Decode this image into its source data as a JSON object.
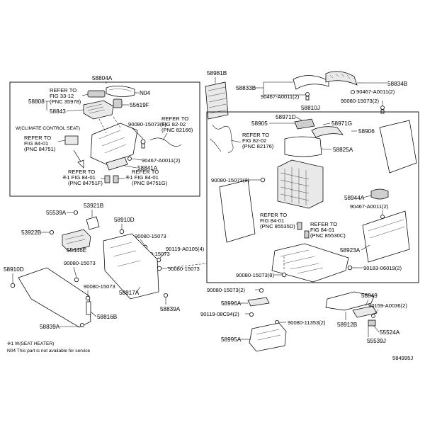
{
  "inset_box": {
    "title": "58804A",
    "parts": {
      "p58808": "58808",
      "p58843": "58843",
      "p55619F": "55619F",
      "n04": "N04",
      "p90080_15073_6": "90080-15073(6)",
      "p90467_A0011_2": "90467-A0011(2)",
      "p58841A": "58841A"
    },
    "refer_fig33": [
      "REFER TO",
      "FIG 33-12",
      "(PNC 35978)"
    ],
    "climate_label": "W(CLIMATE CONTROL SEAT)",
    "refer_fig84_a": [
      "REFER TO",
      "FIG 84-01",
      "(PNC 84751)"
    ],
    "refer_fig82_a": [
      "REFER TO",
      "FIG 82-02",
      "(PNC 82166)"
    ],
    "refer_fig84_b": [
      "REFER TO",
      "※1 FIG 84-01",
      "(PNC 84751F)"
    ],
    "refer_fig84_c": [
      "REFER TO",
      "※1 FIG 84-01",
      "(PNC 84751G)"
    ]
  },
  "right_box": {
    "title": "58810J",
    "parts": {
      "p58905": "58905",
      "p58971D": "58971D",
      "p58971G": "58971G",
      "p58906": "58906",
      "p58825A": "58825A",
      "p90080_15073_8a": "90080-15073(8)",
      "p58944A": "58944A",
      "p90467_A0011_2": "90467-A0011(2)",
      "p58923A": "58923A",
      "p90183_06019_2": "90183-06019(2)",
      "p90080_15073_8b": "90080-15073(8)"
    },
    "refer_fig82": [
      "REFER TO",
      "FIG 82-02",
      "(PNC 82176)"
    ],
    "refer_fig84_d": [
      "REFER TO",
      "FIG 84-01",
      "(PNC 85535D)"
    ],
    "refer_fig84_e": [
      "REFER TO",
      "FIG 84-01",
      "(PNC 85530C)"
    ]
  },
  "top_right": {
    "p58981B": "58981B",
    "p58833B": "58833B",
    "p90467_A0011_2a": "90467-A0011(2)",
    "p58834B": "58834B",
    "p90467_A0011_2b": "90467-A0011(2)",
    "p90080_15073_2": "90080-15073(2)"
  },
  "left_lower": {
    "p55539A": "55539A",
    "p53921B": "53921B",
    "p53922B": "53922B",
    "p55446E": "55446E",
    "p58910D_a": "58910D",
    "p58910D_b": "58910D",
    "p90080_15073_a": "90080-15073",
    "p90080_15073_b": "90080-15073",
    "p90080_15073_c": "90080-15073",
    "p90080_15073_d": "90080-15073",
    "p90119_A0105_4": "90119-A0105(4)",
    "p58817A": "58817A",
    "p58839A_a": "58839A",
    "p58816B": "58816B",
    "p58839A_b": "58839A"
  },
  "center_lower": {
    "p90080_15073_2": "90080-15073(2)",
    "p58996A": "58996A",
    "p90119_08C94_2": "90119-08C94(2)",
    "p90080_11353_2": "90080-11353(2)",
    "p58995A": "58995A"
  },
  "right_lower": {
    "p58849": "58849",
    "p90159_A0036_2": "90159-A0036(2)",
    "p58912B": "58912B",
    "p55524A": "55524A",
    "p55539J": "55539J"
  },
  "footnotes": {
    "seat_heater": "※1 W(SEAT HEATER)",
    "n04_note": "N04  This part is not available for service"
  },
  "diagram_id": "584995J"
}
